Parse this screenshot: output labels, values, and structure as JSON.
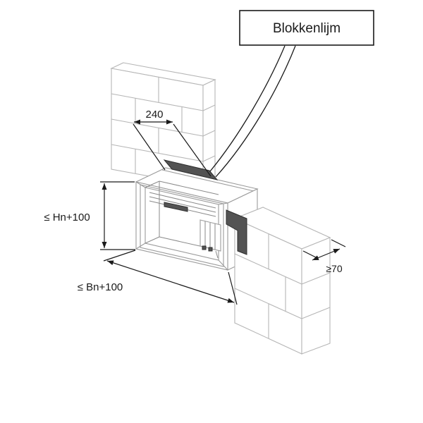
{
  "callout": {
    "label": "Blokkenlijm"
  },
  "dimensions": {
    "block_depth": "240",
    "opening_height": "≤ Hn+100",
    "opening_width": "≤ Bn+100",
    "min_wall_thickness": "≥70"
  },
  "colors": {
    "masonry_line": "#b6b6b6",
    "unit_line": "#9b9b9b",
    "dimension_line": "#1a1a1a",
    "adhesive": "#535353",
    "background": "#ffffff"
  }
}
